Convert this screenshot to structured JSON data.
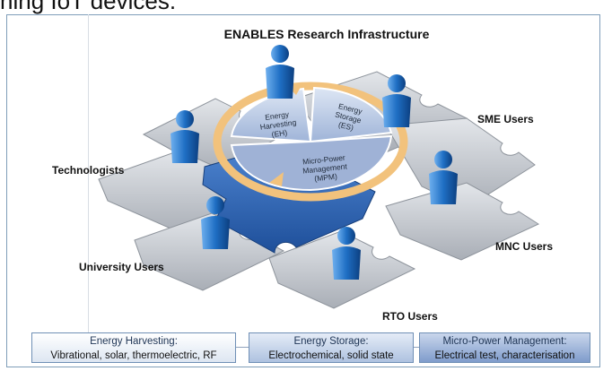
{
  "header": {
    "partial_text": "ning IoT devices."
  },
  "diagram": {
    "title": "ENABLES Research Infrastructure",
    "user_groups": [
      "SME Users",
      "Technologists",
      "MNC Users",
      "University Users",
      "RTO Users"
    ],
    "segments": {
      "eh": [
        "Energy",
        "Harvesting",
        "(EH)"
      ],
      "es": [
        "Energy",
        "Storage",
        "(ES)"
      ],
      "mpm": [
        "Micro-Power",
        "Management",
        "(MPM)"
      ]
    },
    "boxes": [
      {
        "title": "Energy Harvesting:",
        "detail": "Vibrational, solar, thermoelectric, RF"
      },
      {
        "title": "Energy Storage:",
        "detail": "Electrochemical, solid state"
      },
      {
        "title": "Micro-Power Management:",
        "detail": "Electrical test, characterisation"
      }
    ]
  },
  "colors": {
    "puzzle_grey": "#c9cdd3",
    "puzzle_blue": "#2f67b8",
    "ring": "#f2c27c",
    "segment": "#b9c9e4",
    "person": "#1e6fc0"
  }
}
